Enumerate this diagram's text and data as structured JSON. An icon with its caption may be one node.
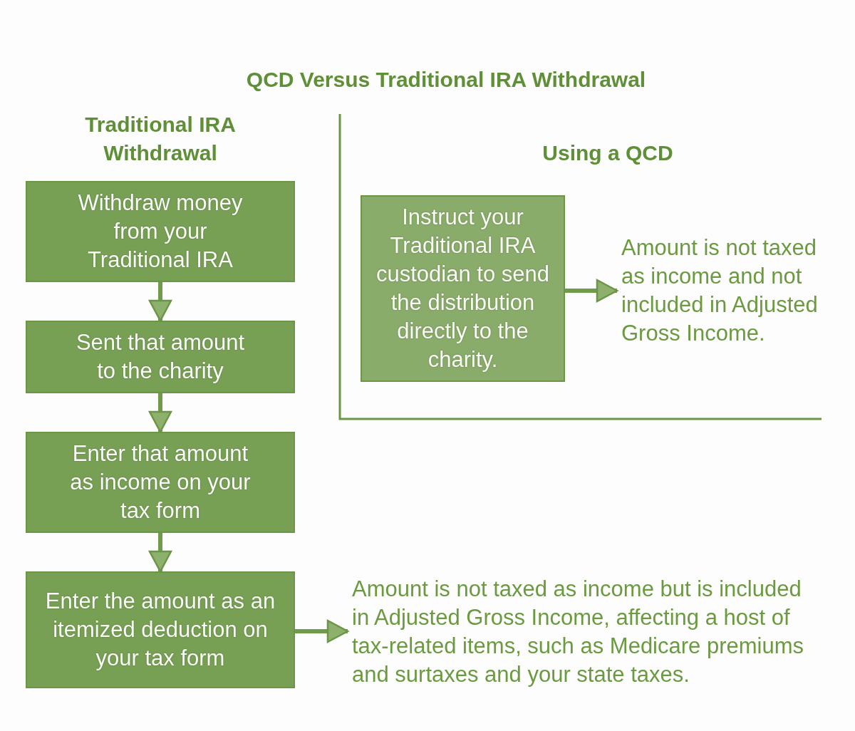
{
  "diagram": {
    "title": "QCD Versus Traditional IRA Withdrawal",
    "nodes": [
      {
        "text": [
          "Withdraw money from your Traditional IRA"
        ]
      },
      {
        "text": [
          "Sent that amount to the charity"
        ]
      },
      {
        "text": [
          "Enter that amount as income on your tax form"
        ]
      },
      {
        "text": [
          "Enter the amount as an itemized deduction on your tax form"
        ]
      },
      {
        "text": [
          "Amount is not taxed as income but is included in Adjusted Gross Income, affecting a host of tax-related items, such as Medicare premiums and surtaxes and your state taxes."
        ]
      },
      {
        "text": [
          "Instruct your Traditional IRA custodian to send the distribution directly to the charity."
        ]
      },
      {
        "text": [
          "Amount is not taxed as income and not included in Adjusted Gross Income."
        ]
      }
    ],
    "edges": [
      {
        "from": 0,
        "to": 1,
        "arrow": "to"
      },
      {
        "from": 1,
        "to": 2,
        "arrow": "to"
      },
      {
        "from": 2,
        "to": 3,
        "arrow": "to"
      },
      {
        "from": 3,
        "to": 4,
        "arrow": "to"
      },
      {
        "from": 5,
        "to": 6,
        "arrow": "to"
      }
    ],
    "labels": [
      "Traditional IRA Withdrawal",
      "Using a QCD"
    ]
  }
}
